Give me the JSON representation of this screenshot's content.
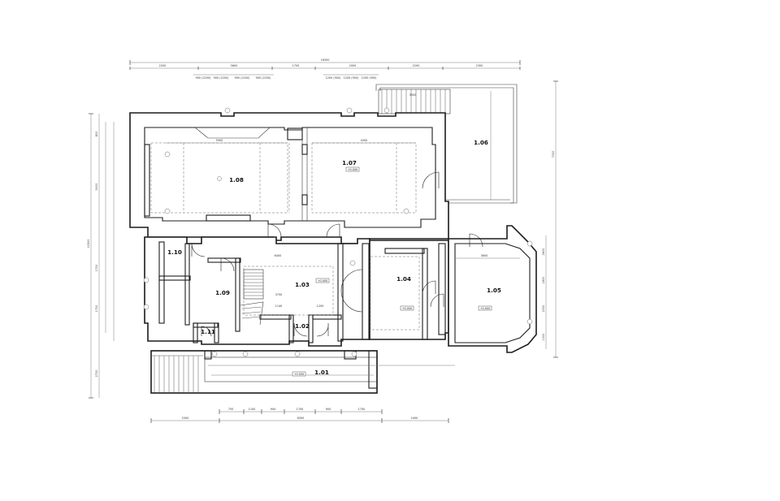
{
  "rooms": [
    {
      "id": "1.01",
      "level": "+0.000"
    },
    {
      "id": "1.02"
    },
    {
      "id": "1.03",
      "level": "+0.000"
    },
    {
      "id": "1.04",
      "level": "+0.000"
    },
    {
      "id": "1.05",
      "level": "+0.000"
    },
    {
      "id": "1.06"
    },
    {
      "id": "1.07",
      "level": "+0.000"
    },
    {
      "id": "1.08"
    },
    {
      "id": "1.09"
    },
    {
      "id": "1.10"
    },
    {
      "id": "1.11"
    }
  ],
  "dimensions": {
    "top_total": "16300",
    "top_chain": [
      "2200",
      "3600",
      "1700",
      "2000",
      "2200",
      "2300"
    ],
    "top_sub_chain": [
      "900 (2200)",
      "900 (2200)",
      "900 (2200)",
      "900 (2200)",
      "1200 (900)",
      "1200 (900)",
      "1200 (900)"
    ],
    "bottom_chain": [
      "750",
      "1100",
      "900",
      "1700",
      "900",
      "1700"
    ],
    "bottom_total": [
      "2500",
      "8300",
      "2400"
    ],
    "left_total": "12300",
    "left_chain": [
      "800",
      "5000",
      "1700",
      "1700",
      "2700"
    ],
    "right_total": "7000",
    "right_chain": [
      "2600",
      "1800",
      "2000",
      "1000"
    ],
    "room_108_width": "5900",
    "room_107_width": "4300",
    "room_103_width": "6400",
    "room_105_width": "3600",
    "room_106_width": "3500",
    "stair_dims": [
      "3750",
      "1140",
      "1200"
    ]
  }
}
